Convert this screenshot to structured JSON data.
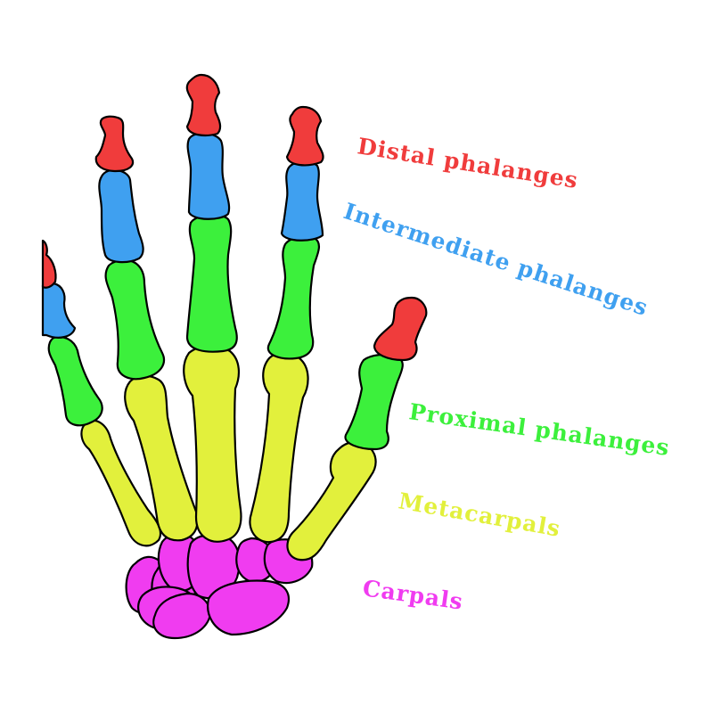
{
  "labels": {
    "distal": "Distal phalanges",
    "intermediate": "Intermediate phalanges",
    "proximal": "Proximal phalanges",
    "metacarpals": "Metacarpals",
    "carpals": "Carpals"
  },
  "colors": {
    "distal": "#f03c3c",
    "intermediate": "#3fa0f0",
    "proximal": "#3cf03c",
    "metacarpals": "#e2f03c",
    "carpals": "#f03cf0",
    "outline": "#000000",
    "background": "#ffffff"
  }
}
